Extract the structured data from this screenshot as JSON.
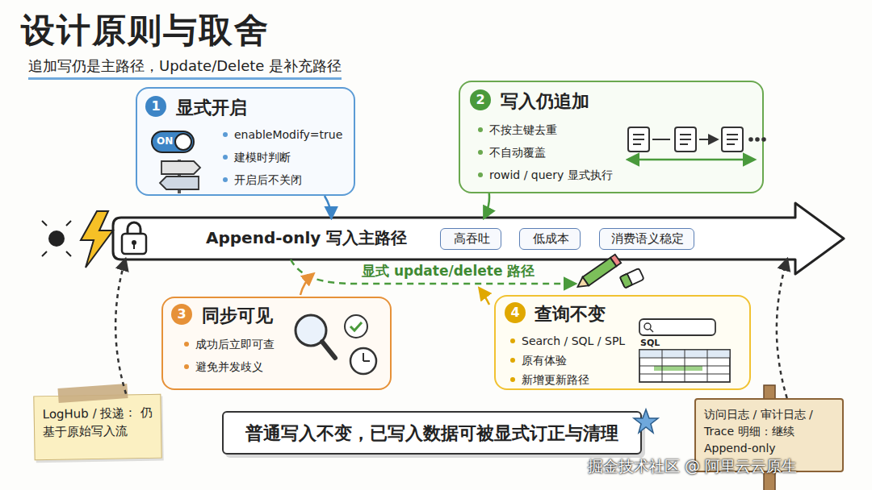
{
  "diagram": {
    "title": "设计原则与取舍",
    "nodes": [
      {
        "text": [
          "显式开启",
          "enableModify=true",
          "建模时判断",
          "开启后不关闭"
        ]
      },
      {
        "text": [
          "写入仍追加",
          "不按主键去重",
          "不自动覆盖",
          "rowid / query 显式执行"
        ]
      },
      {
        "text": [
          "Append-only 写入主路径"
        ]
      },
      {
        "text": [
          "高吞吐"
        ],
        "in": 2
      },
      {
        "text": [
          "低成本"
        ],
        "in": 2
      },
      {
        "text": [
          "消费语义稳定"
        ],
        "in": 2
      },
      {
        "text": [
          "同步可见",
          "成功后立即可查",
          "避免并发歧义"
        ]
      },
      {
        "text": [
          "查询不变",
          "Search / SQL / SPL",
          "原有体验",
          "新增更新路径"
        ]
      },
      {
        "text": [
          "LogHub / 投递： 仍基于原始写入流"
        ]
      },
      {
        "text": [
          "普通写入不变，已写入数据可被显式订正与清理"
        ]
      },
      {
        "text": [
          "访问日志 / 审计日志 / Trace 明细：继续 Append-only"
        ]
      }
    ],
    "edges": [
      {
        "from": 0,
        "to": 2,
        "arrow": "to"
      },
      {
        "from": 1,
        "to": 2,
        "arrow": "to"
      },
      {
        "from": 8,
        "to": 2,
        "arrow": "to"
      },
      {
        "from": 10,
        "to": 2,
        "arrow": "to"
      }
    ],
    "labels": [
      "追加写仍是主路径，Update/Delete 是补充路径",
      "1",
      "2",
      "3",
      "4",
      "ON",
      "显式 update/delete 路径",
      "SQL",
      "掘金技术社区 @ 阿里云云原生"
    ]
  }
}
